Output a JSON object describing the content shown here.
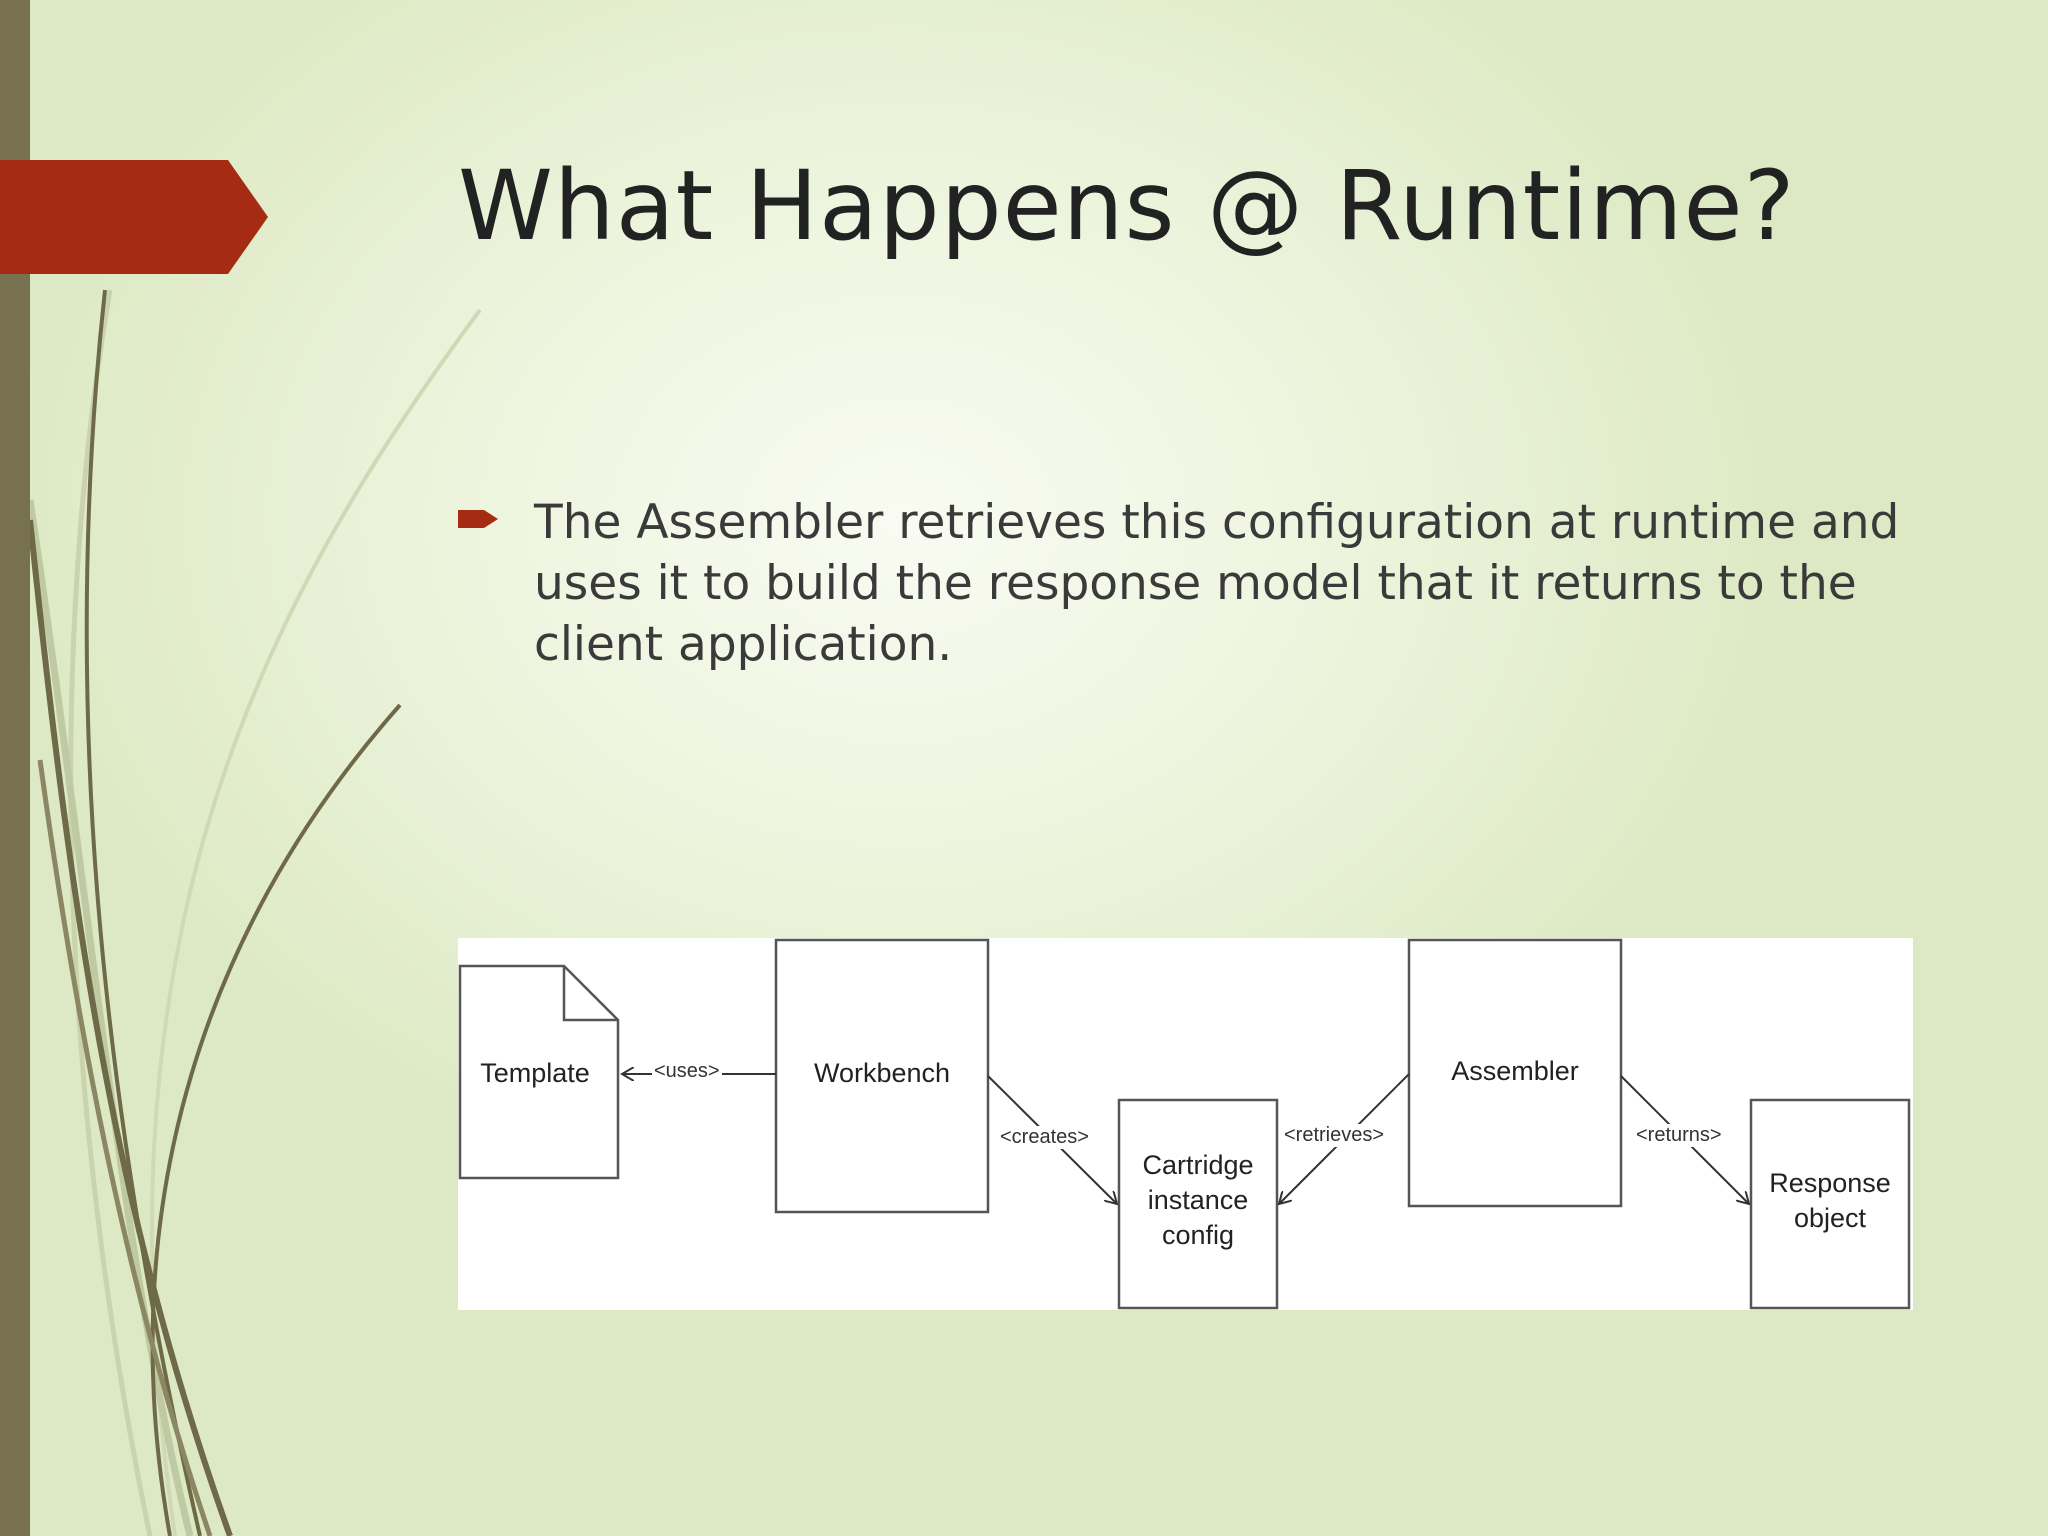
{
  "slide": {
    "title": "What Happens @ Runtime?",
    "bullet": "The Assembler retrieves this configuration at runtime and uses it to build the response model that it returns to the client application."
  },
  "diagram": {
    "nodes": {
      "template": "Template",
      "workbench": "Workbench",
      "cartridge": "Cartridge\ninstance\nconfig",
      "assembler": "Assembler",
      "response": "Response\nobject"
    },
    "edges": {
      "uses": "<uses>",
      "creates": "<creates>",
      "retrieves": "<retrieves>",
      "returns": "<returns>"
    }
  },
  "colors": {
    "accent_red": "#a52c13",
    "bar_olive": "#77714f",
    "grass": "#6e6a47",
    "grass_light": "#c9d3ad"
  }
}
